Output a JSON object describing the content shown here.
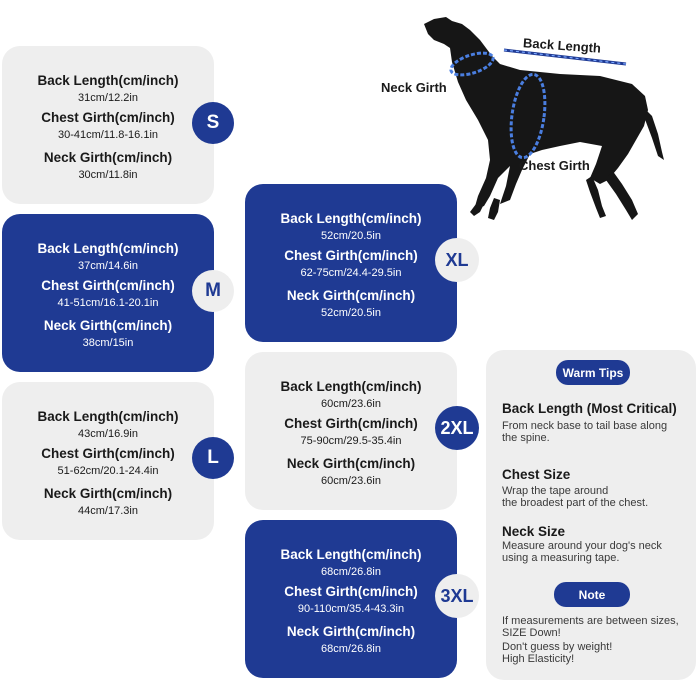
{
  "sizes": [
    {
      "size": "S",
      "back_label": "Back Length(cm/inch)",
      "back_value": "31cm/12.2in",
      "chest_label": "Chest Girth(cm/inch)",
      "chest_value": "30-41cm/11.8-16.1in",
      "neck_label": "Neck Girth(cm/inch)",
      "neck_value": "30cm/11.8in"
    },
    {
      "size": "M",
      "back_label": "Back Length(cm/inch)",
      "back_value": "37cm/14.6in",
      "chest_label": "Chest Girth(cm/inch)",
      "chest_value": "41-51cm/16.1-20.1in",
      "neck_label": "Neck Girth(cm/inch)",
      "neck_value": "38cm/15in"
    },
    {
      "size": "L",
      "back_label": "Back Length(cm/inch)",
      "back_value": "43cm/16.9in",
      "chest_label": "Chest Girth(cm/inch)",
      "chest_value": "51-62cm/20.1-24.4in",
      "neck_label": "Neck Girth(cm/inch)",
      "neck_value": "44cm/17.3in"
    },
    {
      "size": "XL",
      "back_label": "Back Length(cm/inch)",
      "back_value": "52cm/20.5in",
      "chest_label": "Chest Girth(cm/inch)",
      "chest_value": "62-75cm/24.4-29.5in",
      "neck_label": "Neck Girth(cm/inch)",
      "neck_value": "52cm/20.5in"
    },
    {
      "size": "2XL",
      "back_label": "Back Length(cm/inch)",
      "back_value": "60cm/23.6in",
      "chest_label": "Chest Girth(cm/inch)",
      "chest_value": "75-90cm/29.5-35.4in",
      "neck_label": "Neck Girth(cm/inch)",
      "neck_value": "60cm/23.6in"
    },
    {
      "size": "3XL",
      "back_label": "Back Length(cm/inch)",
      "back_value": "68cm/26.8in",
      "chest_label": "Chest Girth(cm/inch)",
      "chest_value": "90-110cm/35.4-43.3in",
      "neck_label": "Neck Girth(cm/inch)",
      "neck_value": "68cm/26.8in"
    }
  ],
  "diagram": {
    "back_length": "Back Length",
    "neck_girth": "Neck Girth",
    "chest_girth": "Chest Girth"
  },
  "tips": {
    "header": "Warm Tips",
    "back_title": "Back Length (Most Critical)",
    "back_line1": "From neck base to tail base along",
    "back_line2": "the spine.",
    "chest_title": "Chest Size",
    "chest_line1": "Wrap the tape around",
    "chest_line2": "the broadest part of the chest.",
    "neck_title": "Neck Size",
    "neck_line1": "Measure around your dog's neck",
    "neck_line2": "using a measuring tape.",
    "note_label": "Note",
    "note_line1": "If measurements are between sizes,",
    "note_line2": "SIZE Down!",
    "note_line3": "Don't guess by weight!",
    "note_line4": "High Elasticity!"
  },
  "colors": {
    "navy": "#1f3a93",
    "card_light": "#eeeeee",
    "tape": "#4a7ee0"
  }
}
